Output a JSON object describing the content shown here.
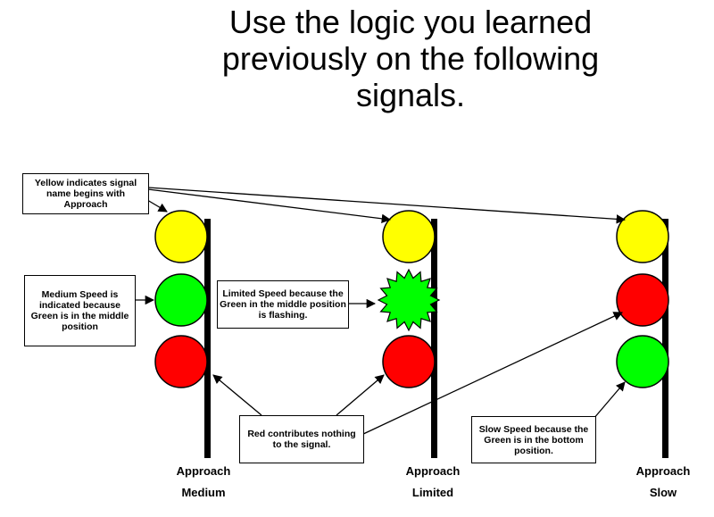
{
  "title": [
    "Use the logic you learned",
    "previously on the following",
    "signals."
  ],
  "callouts": {
    "yellow": "Yellow indicates signal name begins with Approach",
    "medium": "Medium Speed is indicated because Green is in the middle position",
    "limited": "Limited Speed because the Green in the middle position is flashing.",
    "red": "Red contributes nothing to the signal.",
    "slow": "Slow Speed because the Green is in the bottom position."
  },
  "signals": [
    {
      "line1": "Approach",
      "line2": "Medium",
      "lamps": [
        "yellow",
        "green",
        "red"
      ]
    },
    {
      "line1": "Approach",
      "line2": "Limited",
      "lamps": [
        "yellow",
        "flashing-green",
        "red"
      ]
    },
    {
      "line1": "Approach",
      "line2": "Slow",
      "lamps": [
        "yellow",
        "red",
        "green"
      ]
    }
  ],
  "colors": {
    "yellow": "#ffff00",
    "green": "#00ff00",
    "red": "#ff0000",
    "pole": "#000000"
  }
}
